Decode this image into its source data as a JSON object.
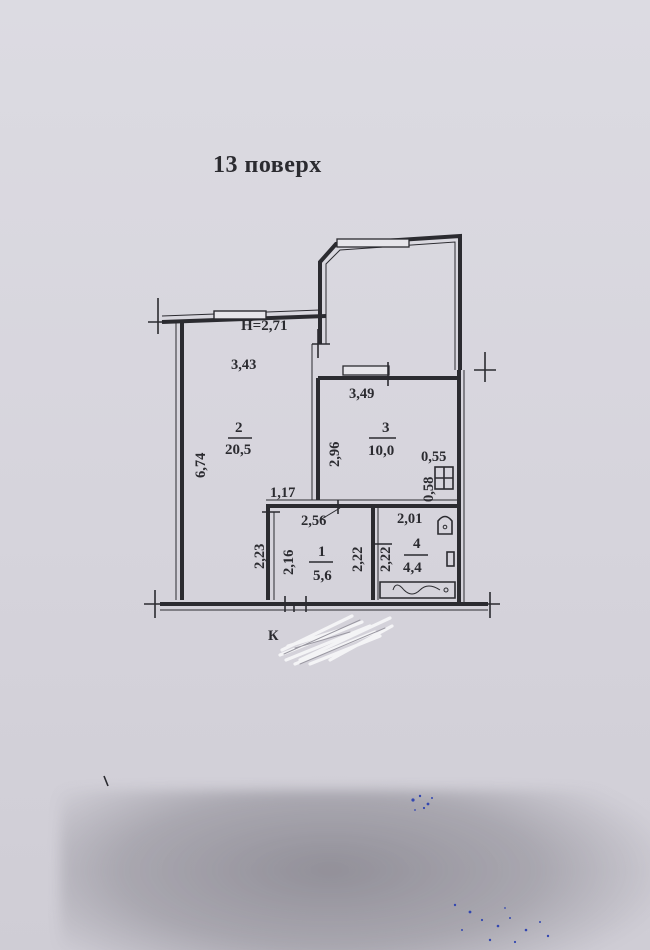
{
  "floor_title": "13 поверх",
  "ceiling_height": "H=2,71",
  "rooms": {
    "living": {
      "number": "2",
      "area": "20,5"
    },
    "kitchen": {
      "number": "3",
      "area": "10,0"
    },
    "hall": {
      "number": "1",
      "area": "5,6"
    },
    "bathroom": {
      "number": "4",
      "area": "4,4"
    }
  },
  "dimensions": {
    "living_width": "3,43",
    "living_length": "6,74",
    "kitchen_width": "3,49",
    "kitchen_length": "2,96",
    "kitchen_niche_w": "0,55",
    "kitchen_niche_h": "0,58",
    "corridor_width": "1,17",
    "living_hall_wall": "2,23",
    "hall_width": "2,56",
    "hall_left": "2,16",
    "hall_right": "2,22",
    "bath_width": "2,01",
    "bath_left": "2,22"
  },
  "corner_label": "К"
}
